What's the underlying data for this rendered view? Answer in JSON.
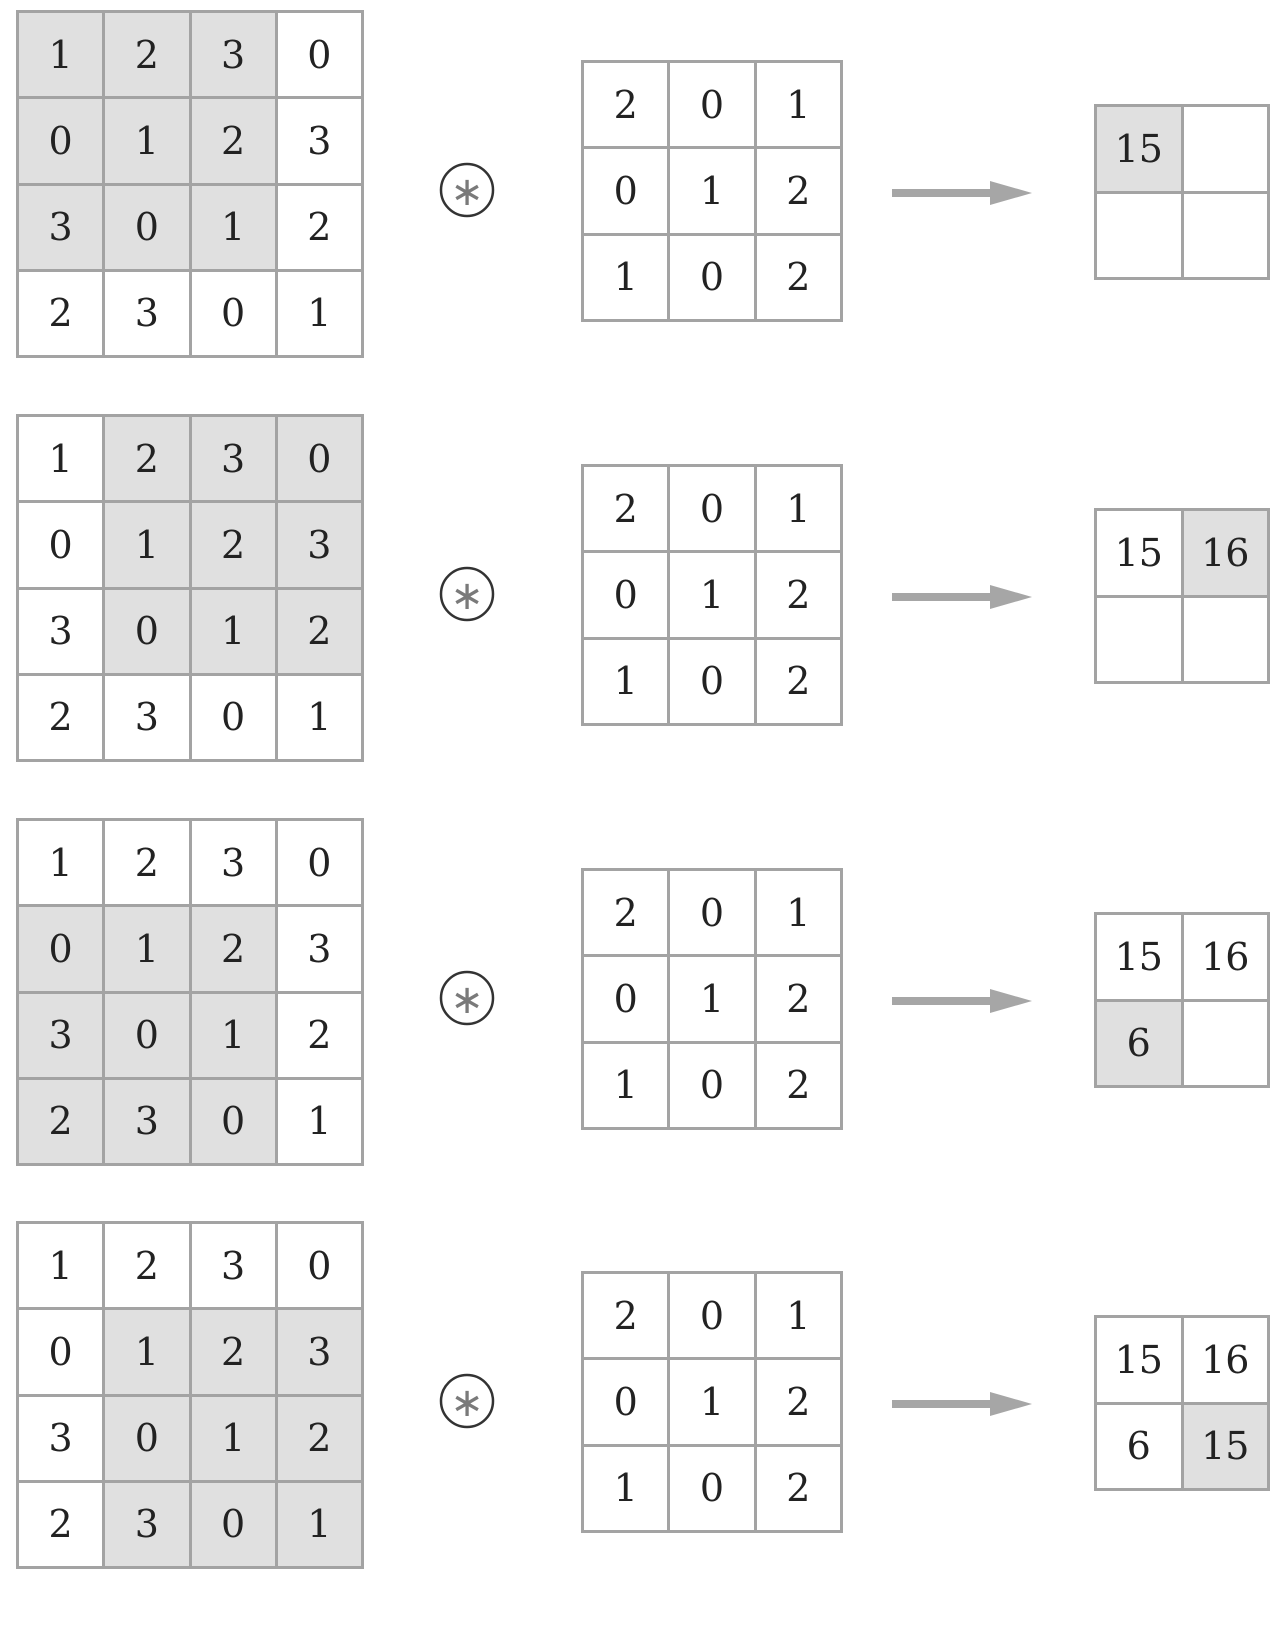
{
  "input_matrix": [
    [
      1,
      2,
      3,
      0
    ],
    [
      0,
      1,
      2,
      3
    ],
    [
      3,
      0,
      1,
      2
    ],
    [
      2,
      3,
      0,
      1
    ]
  ],
  "kernel": [
    [
      2,
      0,
      1
    ],
    [
      0,
      1,
      2
    ],
    [
      1,
      0,
      2
    ]
  ],
  "output_values": [
    [
      "15",
      "16"
    ],
    [
      "6",
      "15"
    ]
  ],
  "steps": [
    {
      "window_row": 0,
      "window_col": 0,
      "revealed": 1
    },
    {
      "window_row": 0,
      "window_col": 1,
      "revealed": 2
    },
    {
      "window_row": 1,
      "window_col": 0,
      "revealed": 3
    },
    {
      "window_row": 1,
      "window_col": 1,
      "revealed": 4
    }
  ],
  "operator_symbol": "∗",
  "colors": {
    "highlight": "#e0e0e0",
    "grid_line": "#a3a3a3",
    "arrow": "#a6a6a6",
    "text": "#222222",
    "operator_glyph": "#7a7a7a"
  }
}
